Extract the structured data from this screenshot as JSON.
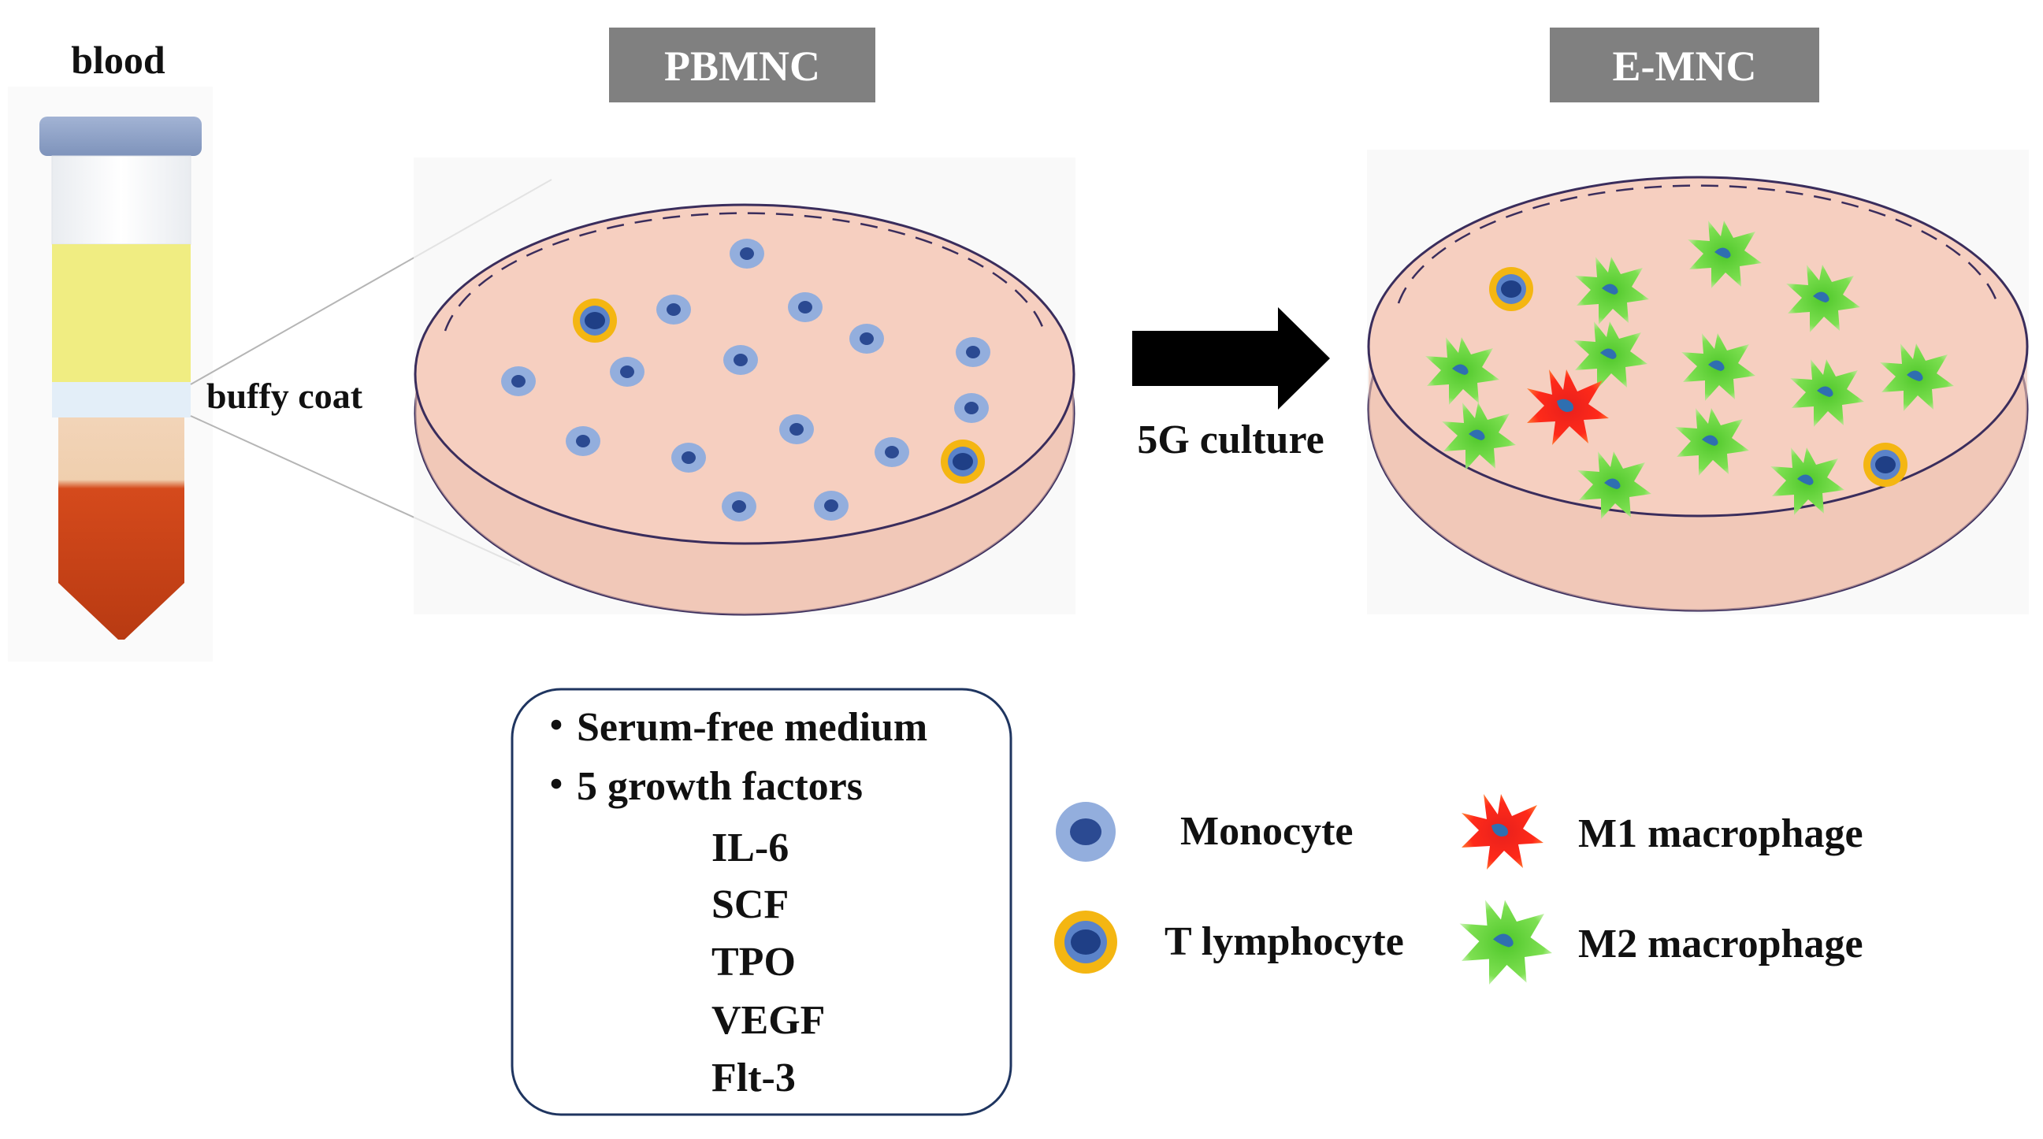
{
  "labels": {
    "blood": "blood",
    "buffy_coat": "buffy coat",
    "pbmnc": "PBMNC",
    "emnc": "E-MNC",
    "culture": "5G culture"
  },
  "medium_box": {
    "bullet_1": "・Serum-free medium",
    "bullet_2": "・5 growth factors",
    "factors": [
      "IL-6",
      "SCF",
      "TPO",
      "VEGF",
      "Flt-3"
    ]
  },
  "legend": {
    "monocyte": "Monocyte",
    "t_lymphocyte": "T lymphocyte",
    "m1": "M1 macrophage",
    "m2": "M2 macrophage"
  },
  "colors": {
    "header_bg": "#808080",
    "tube_cap": "#8fa3c7",
    "plasma": "#f0ed82",
    "buffy": "#e3eef8",
    "rbc_upper": "#f2d4b8",
    "rbc_lower": "#d04316",
    "dish_fill": "#f6cfc0",
    "dish_edge": "#3a2d5c",
    "monocyte_outer": "#93aedd",
    "monocyte_nucleus": "#2b4a92",
    "t_cell_outer": "#f4b612",
    "m1": "#e8201c",
    "m2": "#6cd43c",
    "arrow": "#000000"
  },
  "icons": [
    "monocyte-icon",
    "t-lymphocyte-icon",
    "m1-macrophage-icon",
    "m2-macrophage-icon",
    "right-arrow-icon"
  ]
}
